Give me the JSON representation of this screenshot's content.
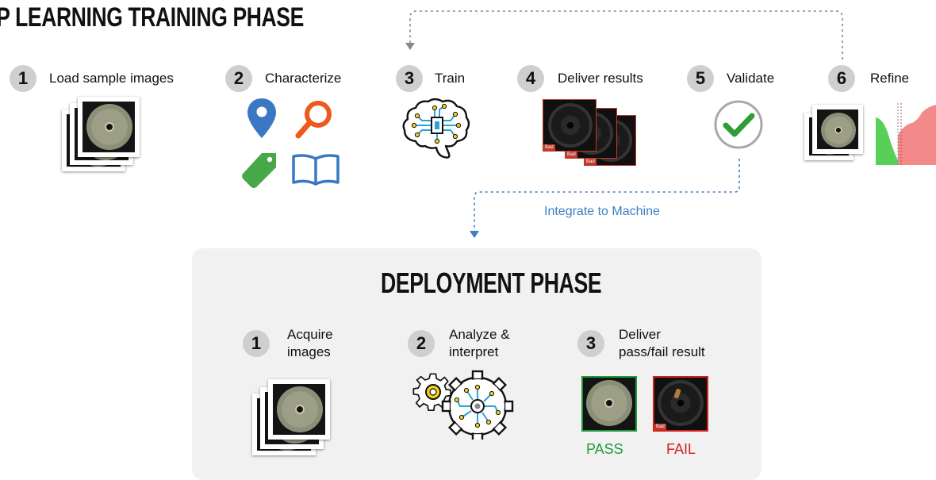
{
  "training": {
    "title": "EP LEARNING TRAINING PHASE",
    "steps": [
      {
        "num": "1",
        "label": "Load sample images"
      },
      {
        "num": "2",
        "label": "Characterize"
      },
      {
        "num": "3",
        "label": "Train"
      },
      {
        "num": "4",
        "label": "Deliver results"
      },
      {
        "num": "5",
        "label": "Validate"
      },
      {
        "num": "6",
        "label": "Refine"
      }
    ],
    "bad_tag": "Bad",
    "integrate_label": "Integrate to Machine"
  },
  "deployment": {
    "title": "DEPLOYMENT PHASE",
    "steps": [
      {
        "num": "1",
        "line1": "Acquire",
        "line2": "images"
      },
      {
        "num": "2",
        "line1": "Analyze &",
        "line2": "interpret"
      },
      {
        "num": "3",
        "line1": "Deliver",
        "line2": "pass/fail result"
      }
    ],
    "pass_label": "PASS",
    "fail_label": "FAIL"
  },
  "colors": {
    "pass": "#1e9a3c",
    "fail": "#d0211c",
    "flow_blue": "#3d7fc1",
    "icon_blue": "#3a78c4",
    "icon_orange": "#ec5a1e",
    "icon_green": "#46a846",
    "check_green": "#2e9e34"
  }
}
